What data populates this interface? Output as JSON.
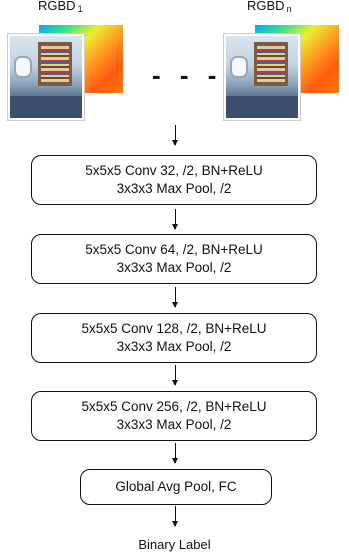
{
  "inputs": {
    "first": {
      "label": "RGBD",
      "index": "1"
    },
    "last": {
      "label": "RGBD",
      "index": "n"
    },
    "ellipsis": "- - -"
  },
  "layers": [
    {
      "line1": "5x5x5 Conv 32, /2, BN+ReLU",
      "line2": "3x3x3 Max Pool, /2"
    },
    {
      "line1": "5x5x5 Conv 64, /2, BN+ReLU",
      "line2": "3x3x3 Max Pool, /2"
    },
    {
      "line1": "5x5x5 Conv 128, /2, BN+ReLU",
      "line2": "3x3x3 Max Pool, /2"
    },
    {
      "line1": "5x5x5 Conv 256, /2, BN+ReLU",
      "line2": "3x3x3 Max Pool, /2"
    }
  ],
  "head": {
    "label": "Global Avg Pool, FC"
  },
  "output": {
    "label": "Binary Label"
  },
  "colors": {
    "stroke": "#111111",
    "depth_gradient": [
      "#00a8ff",
      "#38e08a",
      "#e8f030",
      "#ff9a20",
      "#ff5a10"
    ]
  }
}
